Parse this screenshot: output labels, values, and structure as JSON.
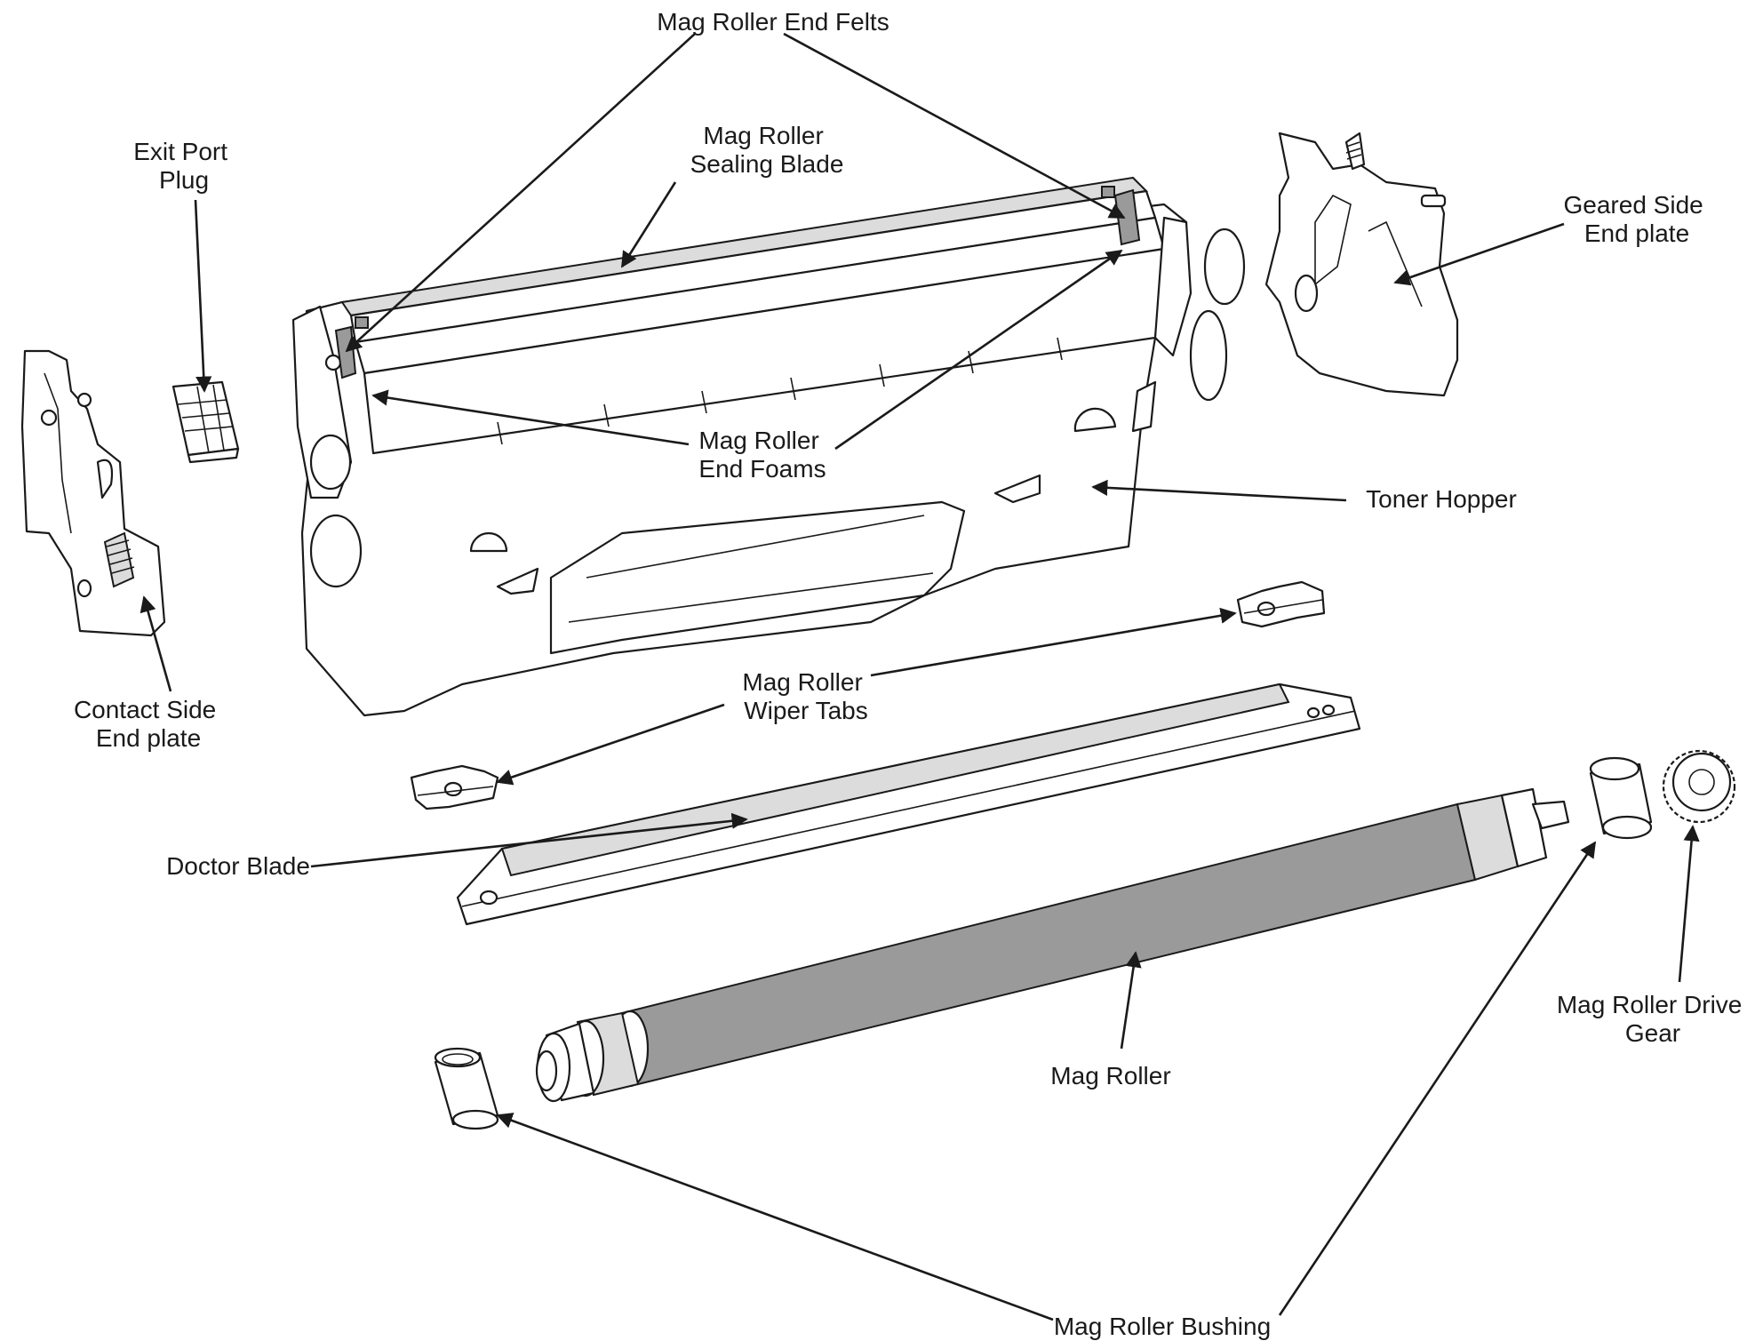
{
  "labels": {
    "mag_roller_end_felts": [
      "Mag Roller End Felts"
    ],
    "exit_port_plug": [
      "Exit Port",
      "Plug"
    ],
    "mag_roller_sealing_blade": [
      "Mag Roller",
      "Sealing Blade"
    ],
    "geared_side_end_plate": [
      "Geared Side",
      "End plate"
    ],
    "mag_roller_end_foams": [
      "Mag Roller",
      "End Foams"
    ],
    "toner_hopper": [
      "Toner Hopper"
    ],
    "contact_side_end_plate": [
      "Contact Side",
      "End plate"
    ],
    "mag_roller_wiper_tabs": [
      "Mag Roller",
      "Wiper Tabs"
    ],
    "doctor_blade": [
      "Doctor Blade"
    ],
    "mag_roller": [
      "Mag Roller"
    ],
    "mag_roller_drive_gear": [
      "Mag Roller Drive",
      "Gear"
    ],
    "mag_roller_bushing": [
      "Mag Roller Bushing"
    ]
  },
  "colors": {
    "ink": "#1a1a1a",
    "roller_fill": "#9a9a9a",
    "shade_fill": "#dcdcdc"
  }
}
